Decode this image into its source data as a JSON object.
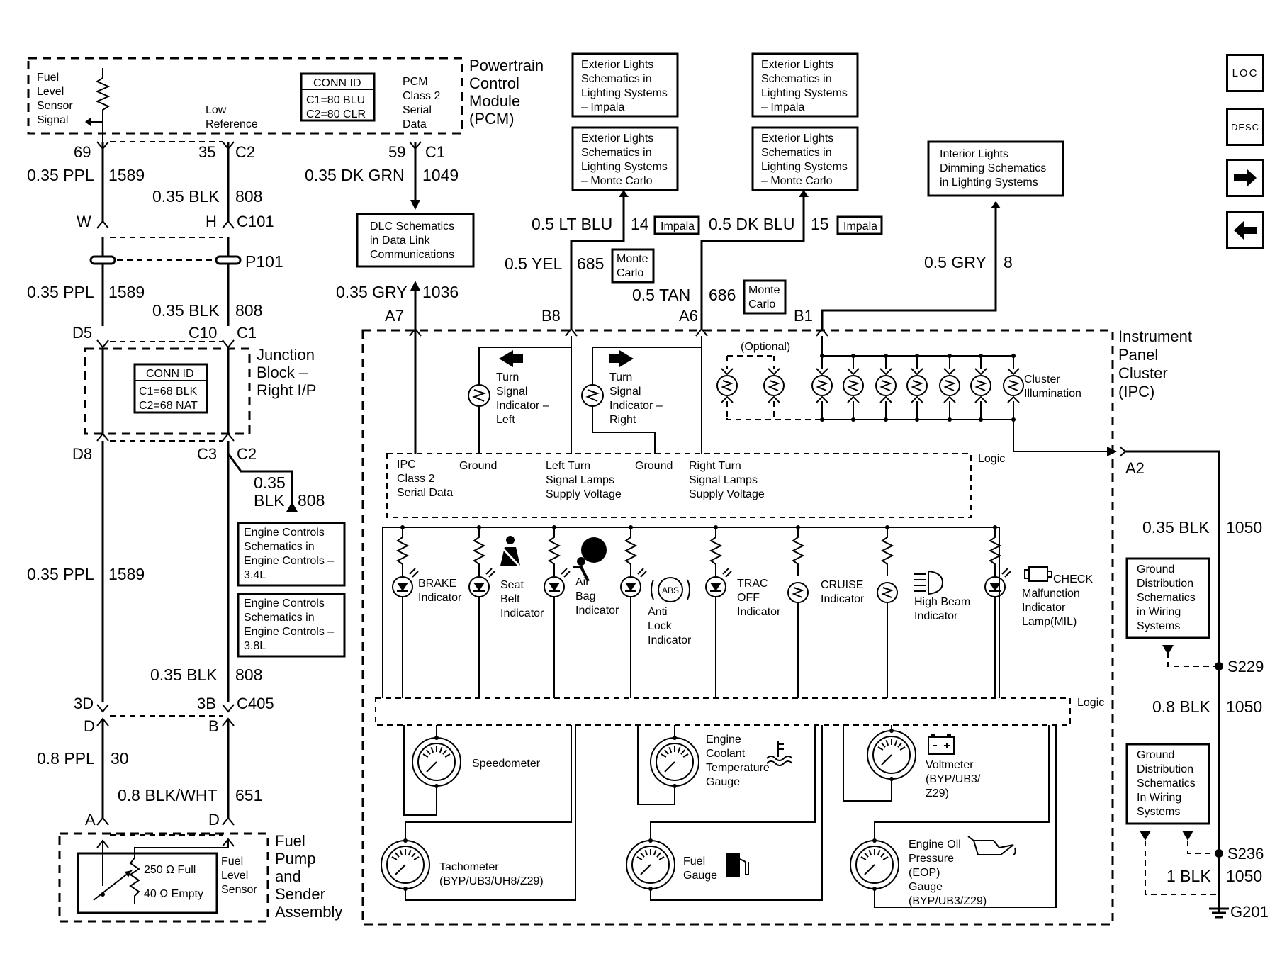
{
  "pcm": {
    "title": [
      "Powertrain",
      "Control",
      "Module",
      "(PCM)"
    ],
    "fuel_level_signal": [
      "Fuel",
      "Level",
      "Sensor",
      "Signal"
    ],
    "low_reference": [
      "Low",
      "Reference"
    ],
    "conn_id_title": "CONN ID",
    "conn_id_lines": [
      "C1=80 BLU",
      "C2=80 CLR"
    ],
    "serial_data": [
      "PCM",
      "Class 2",
      "Serial",
      "Data"
    ]
  },
  "junction_block": {
    "title": [
      "Junction",
      "Block –",
      "Right I/P"
    ],
    "conn_id_title": "CONN ID",
    "conn_id_lines": [
      "C1=68 BLK",
      "C2=68 NAT"
    ]
  },
  "fuel_pump": {
    "title": [
      "Fuel",
      "Pump",
      "and",
      "Sender",
      "Assembly"
    ],
    "full": "250 Ω Full",
    "empty": "40 Ω Empty",
    "sensor": [
      "Fuel",
      "Level",
      "Sensor"
    ]
  },
  "ipc": {
    "title": [
      "Instrument",
      "Panel",
      "Cluster",
      "(IPC)"
    ],
    "logic": "Logic",
    "optional": "(Optional)",
    "cluster_illumination": [
      "Cluster",
      "Illumination"
    ],
    "turn_left": [
      "Turn",
      "Signal",
      "Indicator –",
      "Left"
    ],
    "turn_right": [
      "Turn",
      "Signal",
      "Indicator –",
      "Right"
    ],
    "ipc_serial": [
      "IPC",
      "Class 2",
      "Serial Data"
    ],
    "ground": "Ground",
    "left_turn_supply": [
      "Left Turn",
      "Signal Lamps",
      "Supply Voltage"
    ],
    "right_turn_supply": [
      "Right Turn",
      "Signal Lamps",
      "Supply Voltage"
    ],
    "indicators": {
      "brake": [
        "BRAKE",
        "Indicator"
      ],
      "seat_belt": [
        "Seat",
        "Belt",
        "Indicator"
      ],
      "air_bag": [
        "Air",
        "Bag",
        "Indicator"
      ],
      "abs": [
        "Anti",
        "Lock",
        "Indicator"
      ],
      "abs_symbol": "ABS",
      "trac_off": [
        "TRAC",
        "OFF",
        "Indicator"
      ],
      "cruise": [
        "CRUISE",
        "Indicator"
      ],
      "high_beam": [
        "High Beam",
        "Indicator"
      ],
      "mil": [
        "CHECK",
        "Malfunction",
        "Indicator",
        "Lamp(MIL)"
      ]
    },
    "gauges": {
      "speedometer": [
        "Speedometer"
      ],
      "coolant": [
        "Engine",
        "Coolant",
        "Temperature",
        "Gauge"
      ],
      "voltmeter": [
        "Voltmeter",
        "(BYP/UB3/",
        "Z29)"
      ],
      "tachometer": [
        "Tachometer",
        "(BYP/UB3/UH8/Z29)"
      ],
      "fuel": [
        "Fuel",
        "Gauge"
      ],
      "oil": [
        "Engine Oil",
        "Pressure",
        "(EOP)",
        "Gauge",
        "(BYP/UB3/Z29)"
      ]
    }
  },
  "refs": {
    "dlc": [
      "DLC Schematics",
      "in Data Link",
      "Communications"
    ],
    "ext_impala": [
      "Exterior Lights",
      "Schematics in",
      "Lighting Systems",
      "– Impala"
    ],
    "ext_monte": [
      "Exterior Lights",
      "Schematics in",
      "Lighting Systems",
      "– Monte Carlo"
    ],
    "interior": [
      "Interior Lights",
      "Dimming Schematics",
      "in Lighting Systems"
    ],
    "engine_34": [
      "Engine Controls",
      "Schematics in",
      "Engine Controls –",
      "3.4L"
    ],
    "engine_38": [
      "Engine Controls",
      "Schematics in",
      "Engine Controls –",
      "3.8L"
    ],
    "ground_dist": [
      "Ground",
      "Distribution",
      "Schematics",
      "in Wiring",
      "Systems"
    ],
    "ground_dist2": [
      "Ground",
      "Distribution",
      "Schematics",
      "In Wiring",
      "Systems"
    ]
  },
  "wires": {
    "ppl_035": "0.35 PPL",
    "c1589": "1589",
    "blk_035": "0.35 BLK",
    "c808": "808",
    "dkgrn": "0.35 DK GRN",
    "c1049": "1049",
    "gry_035": "0.35 GRY",
    "c1036": "1036",
    "ltblu": "0.5 LT BLU",
    "c14": "14",
    "dkblu": "0.5 DK BLU",
    "c15": "15",
    "yel": "0.5 YEL",
    "c685": "685",
    "tan": "0.5 TAN",
    "c686": "686",
    "gry_05": "0.5 GRY",
    "c8": "8",
    "blk_035_split": [
      "0.35",
      "BLK"
    ],
    "ppl_08": "0.8 PPL",
    "c30": "30",
    "blkwht": "0.8 BLK/WHT",
    "c651": "651",
    "blk_1050a": "0.35 BLK",
    "c1050": "1050",
    "blk_08": "0.8 BLK",
    "blk_1": "1 BLK",
    "impala": "Impala",
    "monte_carlo": [
      "Monte",
      "Carlo"
    ]
  },
  "pins": {
    "p69": "69",
    "p35": "35",
    "c2": "C2",
    "p59": "59",
    "c1": "C1",
    "w": "W",
    "h": "H",
    "c101": "C101",
    "p101": "P101",
    "d5": "D5",
    "c10": "C10",
    "c1b": "C1",
    "d8": "D8",
    "c3": "C3",
    "c2b": "C2",
    "p3d": "3D",
    "p3b": "3B",
    "c405": "C405",
    "d": "D",
    "b": "B",
    "a": "A",
    "d2": "D",
    "a7": "A7",
    "b8": "B8",
    "a6": "A6",
    "b1": "B1",
    "a2": "A2",
    "s229": "S229",
    "s236": "S236",
    "g201": "G201"
  },
  "nav": {
    "loc": "LOC",
    "desc": "DESC"
  }
}
